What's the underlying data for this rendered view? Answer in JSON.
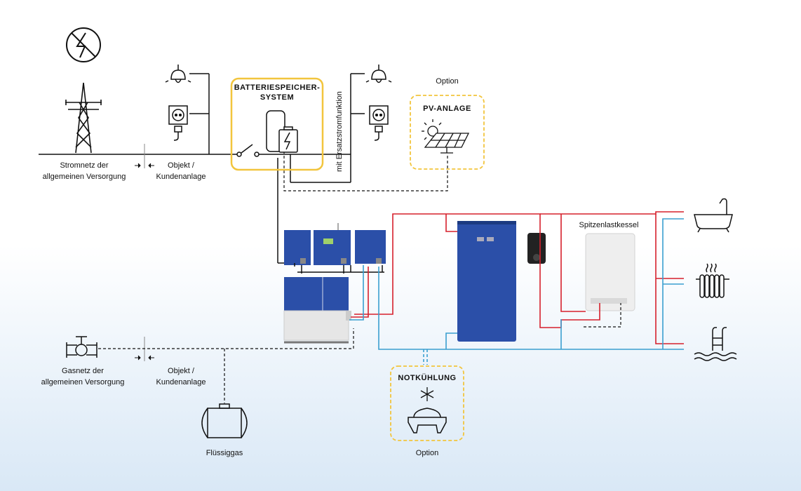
{
  "labels": {
    "stromnetz_1": "Stromnetz der",
    "stromnetz_2": "allgemeinen Versorgung",
    "objekt_1": "Objekt /",
    "objekt_2": "Kundenanlage",
    "batterie_1": "BATTERIESPEICHER-",
    "batterie_2": "SYSTEM",
    "ersatzstrom": "mit Ersatzstromfunktion",
    "option_pv": "Option",
    "pv_anlage": "PV-ANLAGE",
    "spitzenlast": "Spitzenlastkessel",
    "gasnetz_1": "Gasnetz der",
    "gasnetz_2": "allgemeinen Versorgung",
    "objekt_gas_1": "Objekt /",
    "objekt_gas_2": "Kundenanlage",
    "notkuehlung": "NOTKÜHLUNG",
    "option_kuehlung": "Option",
    "fluessiggas": "Flüssiggas"
  },
  "icons": [
    "no-power-icon",
    "power-pylon-icon",
    "lamp-icon",
    "socket-icon",
    "battery-icon",
    "solar-panel-icon",
    "bathtub-icon",
    "radiator-icon",
    "pool-icon",
    "snowflake-icon",
    "gas-valve-icon",
    "gas-tank-icon"
  ],
  "colors": {
    "accent_yellow": "#f2c53d",
    "pipe_red": "#d6202c",
    "pipe_blue": "#3a9fd0",
    "device_blue": "#2b4fa8"
  }
}
